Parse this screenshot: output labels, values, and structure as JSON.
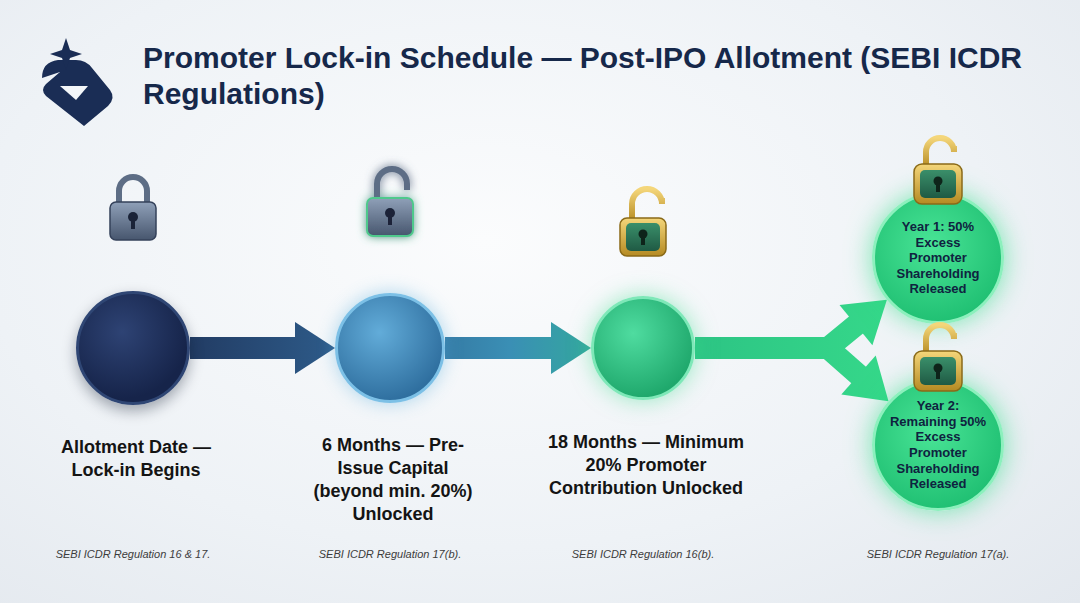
{
  "diagram": {
    "title": "Promoter Lock-in Schedule — Post-IPO Allotment (SEBI ICDR Regulations)",
    "nodes": [
      {
        "text": [
          "Allotment Date — Lock-in Begins"
        ]
      },
      {
        "text": [
          "6 Months — Pre-Issue Capital (beyond min. 20%) Unlocked"
        ]
      },
      {
        "text": [
          "18 Months — Minimum 20% Promoter Contribution Unlocked"
        ]
      },
      {
        "text": [
          "Year 1: 50% Excess Promoter Shareholding Released"
        ]
      },
      {
        "text": [
          "Year 2: Remaining 50% Excess Promoter Shareholding Released"
        ]
      }
    ],
    "edges": [
      {
        "from": 0,
        "to": 1,
        "arrow": "to"
      },
      {
        "from": 1,
        "to": 2,
        "arrow": "to"
      },
      {
        "from": 2,
        "to": 3,
        "arrow": "to"
      },
      {
        "from": 2,
        "to": 4,
        "arrow": "to"
      }
    ],
    "labels": [
      "SEBI ICDR Regulation 16 & 17.",
      "SEBI ICDR Regulation 17(b).",
      "SEBI ICDR Regulation 16(b).",
      "SEBI ICDR Regulation 17(a)."
    ]
  }
}
